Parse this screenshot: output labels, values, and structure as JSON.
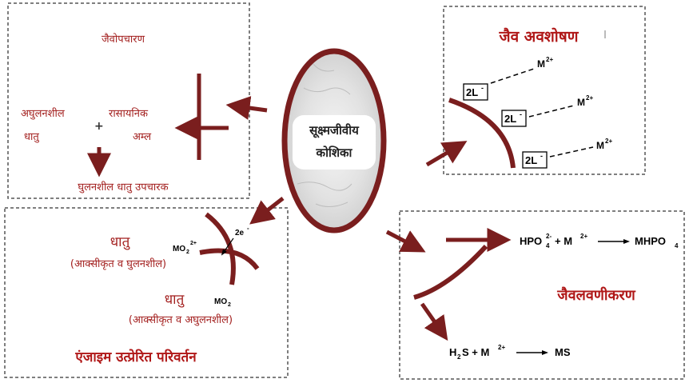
{
  "center": {
    "line1": "सूक्ष्मजीवीय",
    "line2": "कोशिका"
  },
  "bioleaching": {
    "title": "जैवोपचारण",
    "insoluble_line1": "अघुलनशील",
    "insoluble_line2": "धातु",
    "plus": "+",
    "acid_line1": "रासायनिक",
    "acid_line2": "अम्ल",
    "result": "घुलनशील धातु उपचारक"
  },
  "biosorption": {
    "title": "जैव अवशोषण",
    "site_label": "2L",
    "site_charge": "-",
    "metal_ion": "M",
    "metal_charge": "2+"
  },
  "enzymatic": {
    "title": "एंजाइम उत्प्रेरित परिवर्तन",
    "metal_top": "धातु",
    "metal_top_note": "(आक्सीकृत व घुलनशील)",
    "metal_bottom": "धातु",
    "metal_bottom_note": "(आक्सीकृत व अघुलनशील)",
    "mo2_charged": "MO",
    "mo2_charged_sub": "2",
    "mo2_charged_sup": "2+",
    "electrons": "2e",
    "electrons_sup": "-",
    "mo2": "MO",
    "mo2_sub": "2"
  },
  "biomineralization": {
    "title": "जैवलवणीकरण",
    "eq1_lhs": "HPO",
    "eq1_lhs_sub": "4",
    "eq1_lhs_sup": "2-",
    "eq1_plus_metal": " + M",
    "eq1_metal_sup": "2+",
    "eq1_rhs": "MHPO",
    "eq1_rhs_sub": "4",
    "eq2_lhs": "H",
    "eq2_lhs_sub": "2",
    "eq2_lhs_rest": "S + M",
    "eq2_metal_sup": "2+",
    "eq2_rhs": "MS"
  },
  "colors": {
    "maroon": "#7a1e1e",
    "label_red": "#a3201f",
    "title_red": "#b01818",
    "dashed": "#555555"
  }
}
